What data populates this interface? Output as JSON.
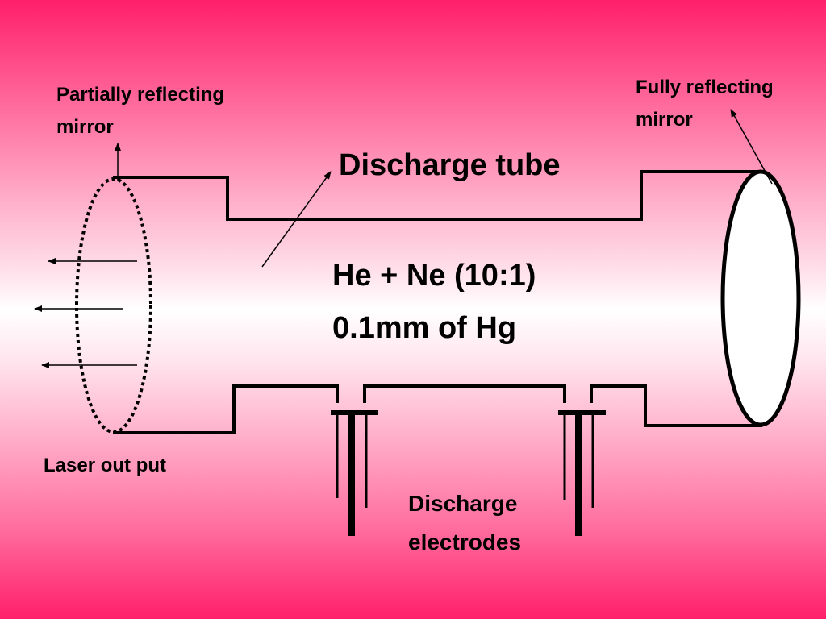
{
  "labels": {
    "partial_mirror": [
      "Partially reflecting",
      "mirror"
    ],
    "full_mirror": [
      "Fully reflecting",
      "mirror"
    ],
    "discharge_tube": "Discharge tube",
    "gas_mix": "He + Ne (10:1)",
    "pressure": "0.1mm of Hg",
    "laser_output": "Laser out put",
    "electrodes": [
      "Discharge",
      "electrodes"
    ]
  },
  "colors": {
    "background_edge": "#ff1f6b",
    "background_center": "#ffffff",
    "line": "#000000"
  }
}
